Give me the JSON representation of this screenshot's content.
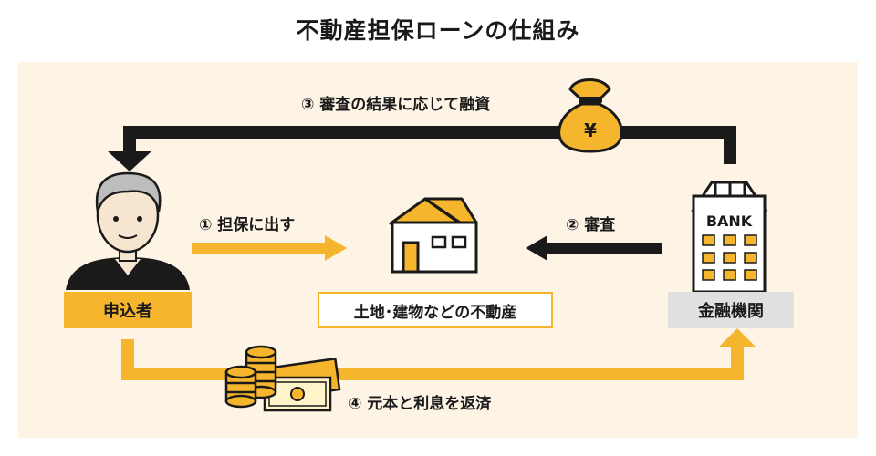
{
  "title": "不動産担保ローンの仕組み",
  "steps": {
    "step1": "① 担保に出す",
    "step2": "② 審査",
    "step3": "③ 審査の結果に応じて融資",
    "step4": "④ 元本と利息を返済"
  },
  "boxes": {
    "applicant": "申込者",
    "property": "土地･建物などの不動産",
    "bank": "金融機関"
  },
  "icons": {
    "bank_sign": "BANK",
    "yen": "¥"
  },
  "colors": {
    "accent": "#f5b52c",
    "dark": "#1a1a1a",
    "panel": "#fdf4e6",
    "bank_box": "#e0e0e0"
  }
}
